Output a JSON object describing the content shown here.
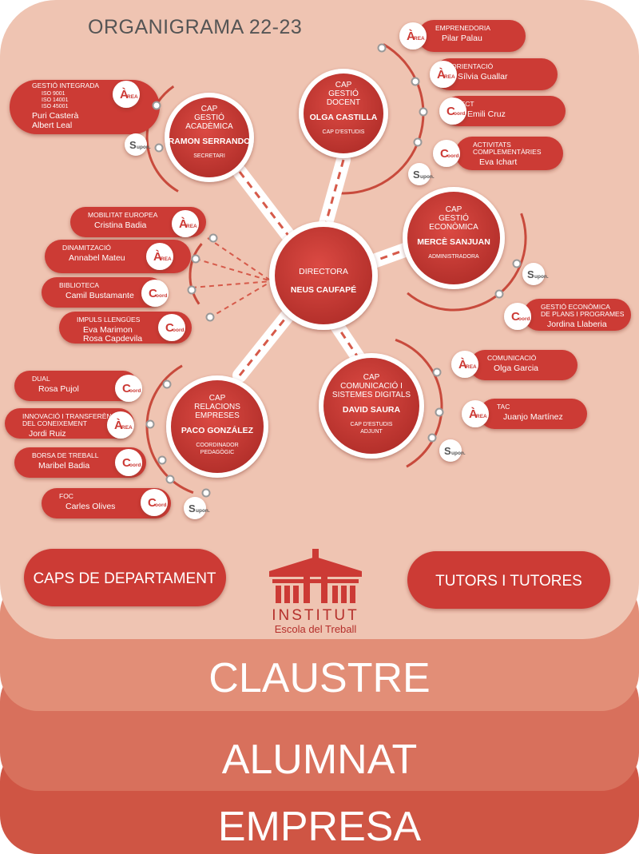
{
  "title": "ORGANIGRAMA 22-23",
  "center": {
    "role": "DIRECTORA",
    "name": "NEUS CAUFAPÉ"
  },
  "hubs": [
    {
      "id": "academica",
      "lines": [
        "CAP",
        "GESTIÓ",
        "ACADÈMICA"
      ],
      "name": "RAMON SERRANDO",
      "sub": [
        "SECRETARI"
      ]
    },
    {
      "id": "docent",
      "lines": [
        "CAP",
        "GESTIÓ",
        "DOCENT"
      ],
      "name": "OLGA CASTILLA",
      "sub": [
        "CAP D'ESTUDIS"
      ]
    },
    {
      "id": "economica",
      "lines": [
        "CAP",
        "GESTIÓ",
        "ECONÒMICA"
      ],
      "name": "MERCÈ SANJUAN",
      "sub": [
        "ADMINISTRADORA"
      ]
    },
    {
      "id": "empreses",
      "lines": [
        "CAP",
        "RELACIONS",
        "EMPRESES"
      ],
      "name": "PACO GONZÁLEZ",
      "sub": [
        "COORDINADOR",
        "PEDAGÒGIC"
      ]
    },
    {
      "id": "digitals",
      "lines": [
        "CAP",
        "COMUNICACIÓ I",
        "SISTEMES DIGITALS"
      ],
      "name": "DAVID SAURA",
      "sub": [
        "CAP D'ESTUDIS",
        "ADJUNT"
      ]
    }
  ],
  "badges": {
    "area_big": "À",
    "area_small": "REA",
    "coord_big": "C",
    "coord_small": "oord",
    "supon_big": "S",
    "supon_small": "upon."
  },
  "cards": [
    {
      "id": "gestio-integrada",
      "title": "GESTIÓ INTEGRADA",
      "extra": [
        "ISO 9001",
        "ISO 14001",
        "ISO 45001"
      ],
      "people": [
        "Puri Casterà",
        "Albert Leal"
      ],
      "badge": "area"
    },
    {
      "id": "emprenedoria",
      "title": "EMPRENEDORIA",
      "extra": [],
      "people": [
        "Pilar Palau"
      ],
      "badge": "area"
    },
    {
      "id": "orientacio",
      "title": "ORIENTACIÓ",
      "extra": [],
      "people": [
        "Sílvia Guallar"
      ],
      "badge": "area"
    },
    {
      "id": "fct",
      "title": "FCT",
      "extra": [],
      "people": [
        "Emili Cruz"
      ],
      "badge": "coord"
    },
    {
      "id": "activitats",
      "title": "ACTIVITATS",
      "extra": [
        "COMPLEMENTÀRIES"
      ],
      "people": [
        "Eva Ichart"
      ],
      "badge": "coord"
    },
    {
      "id": "mobilitat",
      "title": "MOBILITAT EUROPEA",
      "extra": [],
      "people": [
        "Cristina Badia"
      ],
      "badge": "area"
    },
    {
      "id": "dinamitzacio",
      "title": "DINAMITZACIÓ",
      "extra": [],
      "people": [
        "Annabel Mateu"
      ],
      "badge": "area"
    },
    {
      "id": "biblioteca",
      "title": "BIBLIOTECA",
      "extra": [],
      "people": [
        "Camil Bustamante"
      ],
      "badge": "coord"
    },
    {
      "id": "impuls",
      "title": "IMPULS LLENGÜES",
      "extra": [],
      "people": [
        "Eva Marimon",
        "Rosa Capdevila"
      ],
      "badge": "coord"
    },
    {
      "id": "gestio-plans",
      "title": "GESTIÓ ECONÒMICA",
      "extra": [
        "DE PLANS I PROGRAMES"
      ],
      "people": [
        "Jordina Llaberia"
      ],
      "badge": "coord"
    },
    {
      "id": "comunicacio",
      "title": "COMUNICACIÓ",
      "extra": [],
      "people": [
        "Olga Garcia"
      ],
      "badge": "area"
    },
    {
      "id": "tac",
      "title": "TAC",
      "extra": [],
      "people": [
        "Juanjo Martínez"
      ],
      "badge": "area"
    },
    {
      "id": "dual",
      "title": "DUAL",
      "extra": [],
      "people": [
        "Rosa Pujol"
      ],
      "badge": "coord"
    },
    {
      "id": "innovacio",
      "title": "INNOVACIÓ I TRANSFERÈNCIA",
      "extra": [
        "DEL CONEIXEMENT"
      ],
      "people": [
        "Jordi Ruiz"
      ],
      "badge": "area"
    },
    {
      "id": "borsa",
      "title": "BORSA DE TREBALL",
      "extra": [],
      "people": [
        "Maribel Badia"
      ],
      "badge": "coord"
    },
    {
      "id": "foc",
      "title": "FOC",
      "extra": [],
      "people": [
        "Carles Olives"
      ],
      "badge": "coord"
    }
  ],
  "pills": {
    "left": "CAPS DE DEPARTAMENT",
    "right": "TUTORS I TUTORES"
  },
  "logo": {
    "word": "INSTITUT",
    "sub": "Escola del Treball"
  },
  "layers": [
    "CLAUSTRE",
    "ALUMNAT",
    "EMPRESA"
  ],
  "colors": {
    "red": "#cc3a35",
    "dark_red": "#b52f2b",
    "bg": "#efc4b2",
    "layer2": "#e28e77",
    "layer3": "#d8705c",
    "layer4": "#cf5544"
  }
}
